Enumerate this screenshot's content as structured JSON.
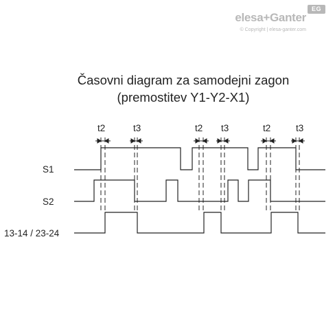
{
  "logo": {
    "brand": "elesa+Ganter",
    "badge": "EG",
    "copyright": "© Copyright | elesa-ganter.com"
  },
  "title": {
    "line1": "Časovni diagram za samodejni zagon",
    "line2": "(premostitev Y1-Y2-X1)"
  },
  "signals": {
    "s1": "S1",
    "s2": "S2",
    "output": "13-14 / 23-24"
  },
  "timing_labels": [
    "t2",
    "t3",
    "t2",
    "t3",
    "t2",
    "t3"
  ]
}
